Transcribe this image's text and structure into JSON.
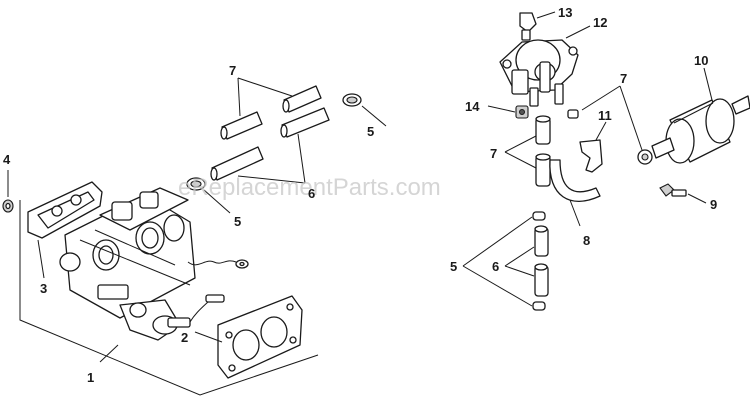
{
  "watermark": "eReplacementParts.com",
  "callouts": {
    "c1": "1",
    "c2": "2",
    "c3": "3",
    "c4": "4",
    "c5a": "5",
    "c5b": "5",
    "c5c": "5",
    "c6a": "6",
    "c6b": "6",
    "c7a": "7",
    "c7b": "7",
    "c7c": "7",
    "c8": "8",
    "c9": "9",
    "c10": "10",
    "c11": "11",
    "c12": "12",
    "c13": "13",
    "c14": "14"
  },
  "colors": {
    "line": "#1a1a1a",
    "background": "#ffffff",
    "watermark": "#c8c8c8"
  }
}
